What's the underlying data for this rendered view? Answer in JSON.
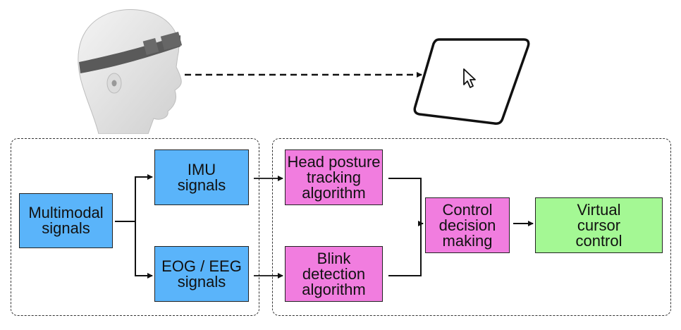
{
  "colors": {
    "signal_box": "#5ab4fa",
    "algorithm_box": "#f17ddf",
    "output_box": "#a4f894",
    "line": "#111111"
  },
  "illustrations": {
    "head": "mannequin-head-with-headband",
    "tablet": "tablet-with-cursor",
    "cursor_icon": "mouse-pointer-icon"
  },
  "nodes": {
    "multimodal": "Multimodal\nsignals",
    "imu": "IMU\nsignals",
    "eog": "EOG / EEG\nsignals",
    "head_posture": "Head posture\ntracking\nalgorithm",
    "blink": "Blink\ndetection\nalgorithm",
    "control": "Control\ndecision\nmaking",
    "virtual_cursor": "Virtual\ncursor\ncontrol"
  },
  "edges": [
    {
      "from": "head",
      "to": "tablet",
      "style": "dashed"
    },
    {
      "from": "multimodal",
      "to": "imu"
    },
    {
      "from": "multimodal",
      "to": "eog"
    },
    {
      "from": "imu",
      "to": "head_posture"
    },
    {
      "from": "eog",
      "to": "blink"
    },
    {
      "from": "head_posture",
      "to": "control"
    },
    {
      "from": "blink",
      "to": "control"
    },
    {
      "from": "control",
      "to": "virtual_cursor"
    }
  ]
}
